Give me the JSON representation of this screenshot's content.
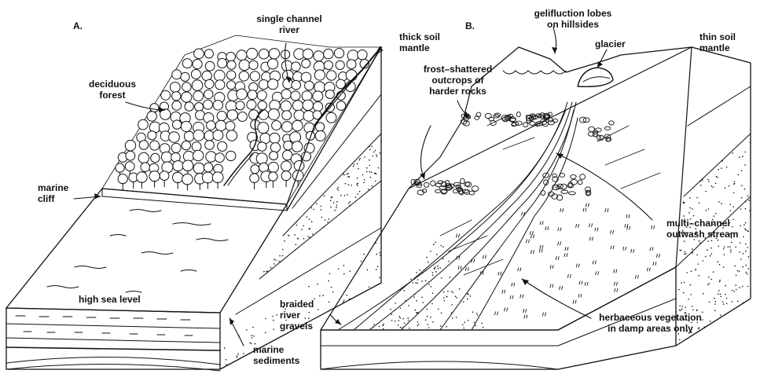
{
  "panel_a": {
    "letter": "A.",
    "single_channel_river": [
      "single channel",
      "river"
    ],
    "thick_soil_mantle": [
      "thick soil",
      "mantle"
    ],
    "deciduous_forest": [
      "deciduous",
      "forest"
    ],
    "marine_cliff": [
      "marine",
      "cliff"
    ],
    "high_sea_level": "high sea level",
    "marine_sediments": [
      "marine",
      "sediments"
    ]
  },
  "panel_b": {
    "letter": "B.",
    "gelifluction_lobes": [
      "gelifluction lobes",
      "on hillsides"
    ],
    "glacier": "glacier",
    "thin_soil_mantle": [
      "thin soil",
      "mantle"
    ],
    "frost_shattered": [
      "frost–shattered",
      "outcrops of",
      "harder rocks"
    ],
    "multi_channel": [
      "multi–channel",
      "outwash stream"
    ],
    "braided_gravels": [
      "braided",
      "river",
      "gravels"
    ],
    "herbaceous": [
      "herbaceous vegetation",
      "in damp areas only"
    ]
  }
}
